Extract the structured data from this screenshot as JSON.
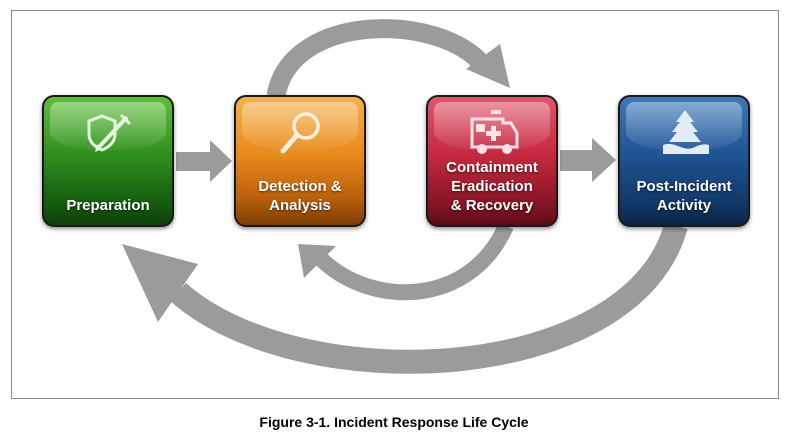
{
  "diagram": {
    "stages": [
      {
        "label_line1": "Preparation",
        "label_line2": "",
        "label_line3": "",
        "icon": "shield-pen-icon",
        "color": "#2f8f1e"
      },
      {
        "label_line1": "Detection &",
        "label_line2": "Analysis",
        "label_line3": "",
        "icon": "magnifier-icon",
        "color": "#e88a1c"
      },
      {
        "label_line1": "Containment",
        "label_line2": "Eradication",
        "label_line3": "& Recovery",
        "icon": "ambulance-icon",
        "color": "#c42a40"
      },
      {
        "label_line1": "Post-Incident",
        "label_line2": "Activity",
        "label_line3": "",
        "icon": "landscape-icon",
        "color": "#1f5494"
      }
    ],
    "arrow_color": "#9b9b9b",
    "caption": "Figure 3-1. Incident Response Life Cycle"
  }
}
